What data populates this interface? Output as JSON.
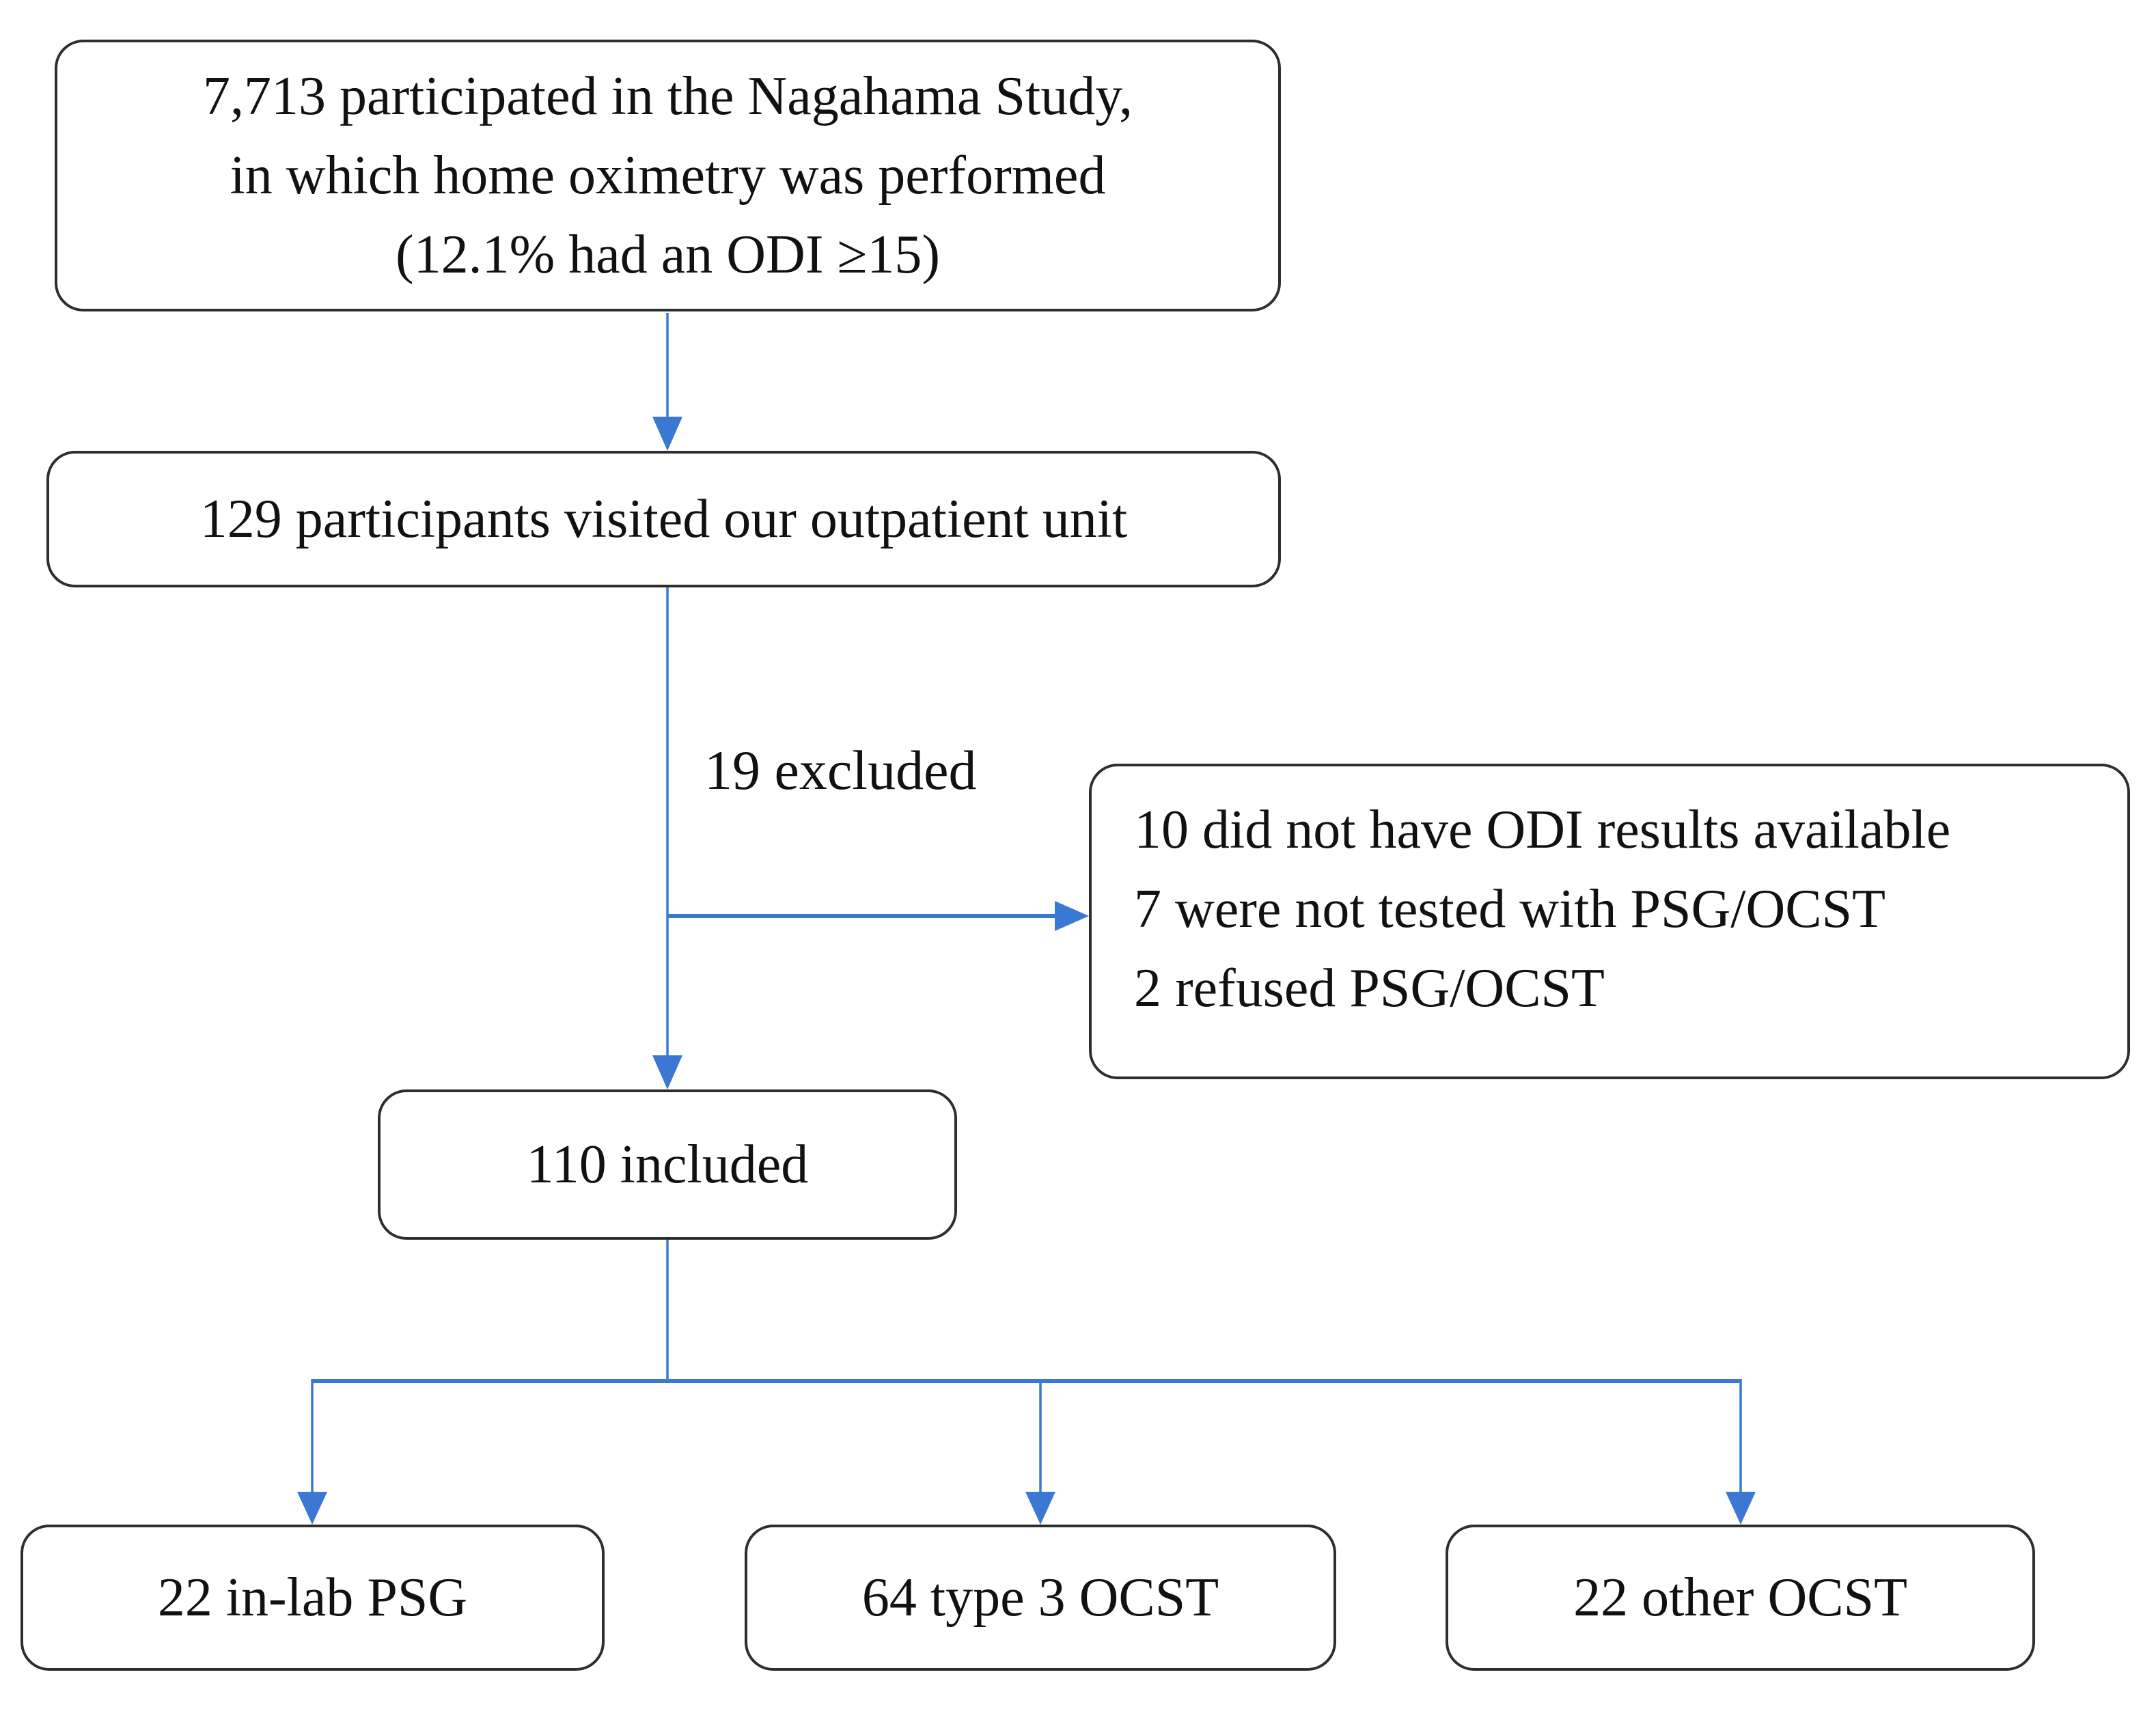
{
  "flowchart": {
    "colors": {
      "arrow": "#3a78d2",
      "border": "#2e2e2e",
      "text": "#111111",
      "background": "#ffffff"
    },
    "nodes": {
      "enrollment": {
        "lines": {
          "0": "7,713 participated in the Nagahama Study,",
          "1": "in which home oximetry was performed",
          "2": "(12.1% had an ODI ≥15)"
        }
      },
      "outpatient": {
        "text": "129 participants visited our outpatient unit"
      },
      "excluded_label": "19 excluded",
      "exclusions": {
        "lines": {
          "0": "10 did not have ODI results available",
          "1": "7 were not tested with PSG/OCST",
          "2": "2 refused PSG/OCST"
        }
      },
      "included": {
        "text": "110 included"
      },
      "arms": {
        "0": {
          "text": "22 in-lab PSG"
        },
        "1": {
          "text": "64 type 3 OCST"
        },
        "2": {
          "text": "22 other OCST"
        }
      }
    }
  }
}
